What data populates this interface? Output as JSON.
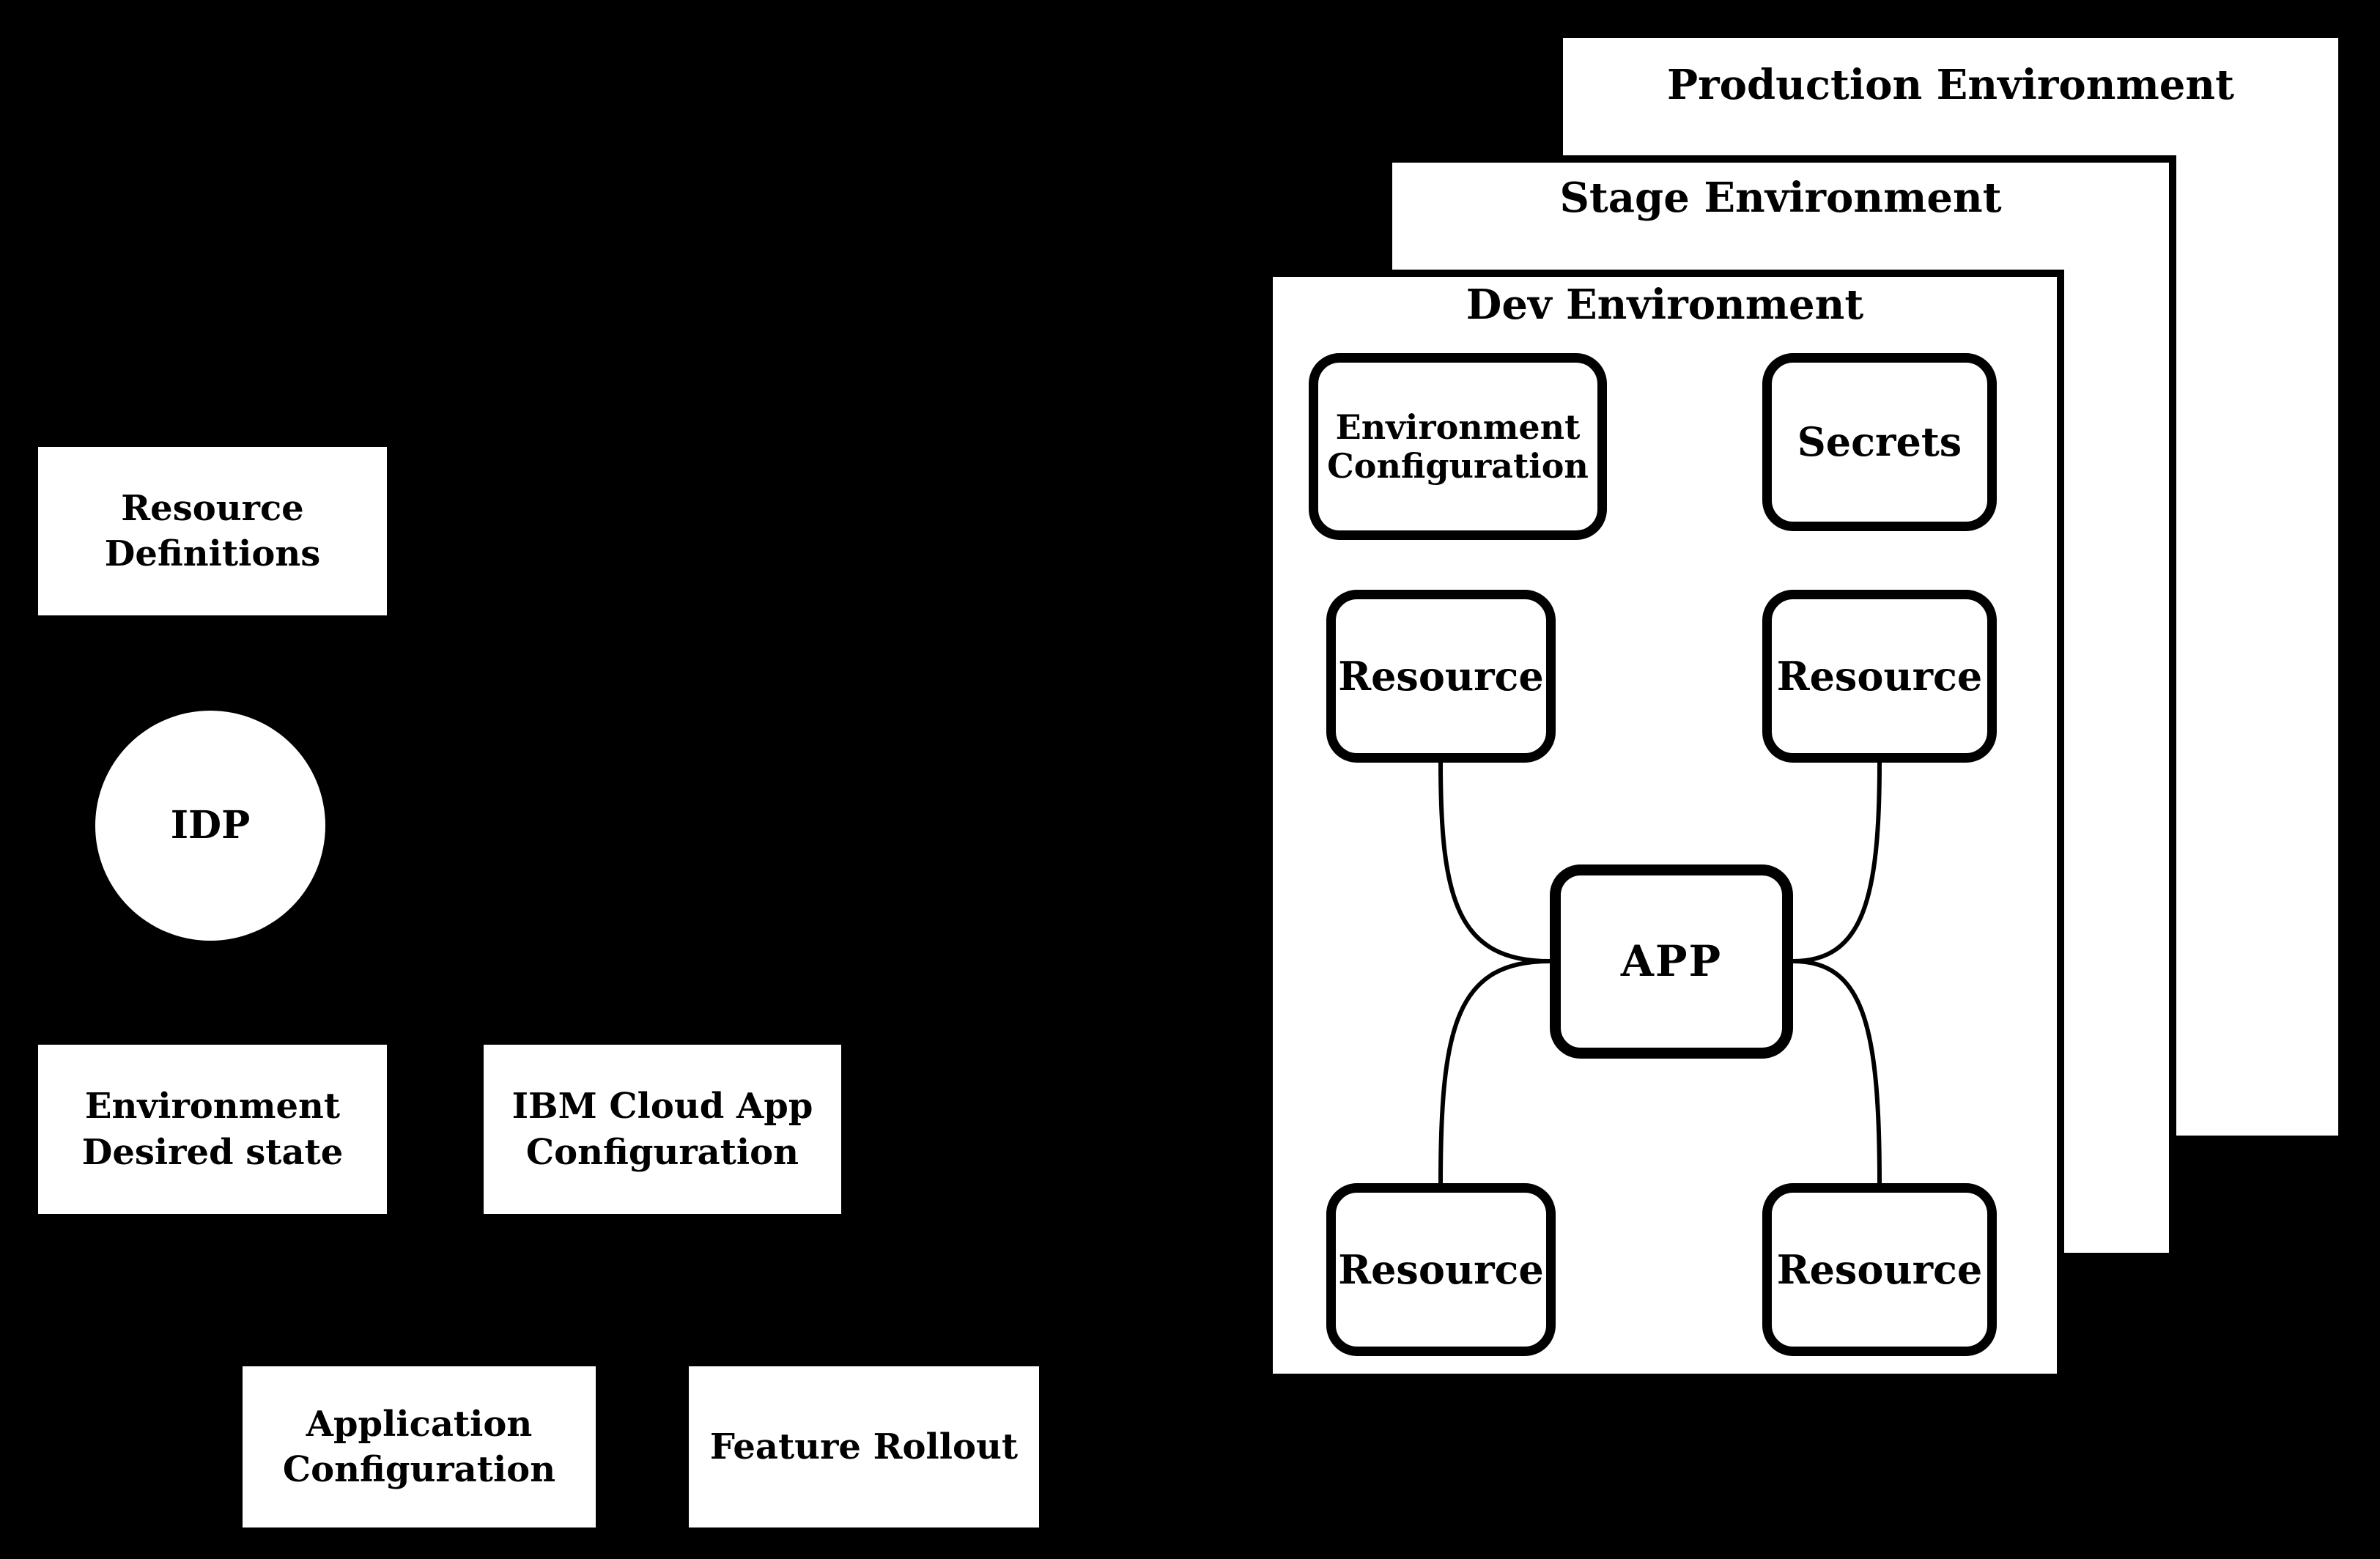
{
  "canvas": {
    "background_color": "#000000",
    "box_fill_color": "#ffffff",
    "border_color": "#000000",
    "text_color": "#000000"
  },
  "left_column": {
    "resource_definitions": {
      "label": "Resource\nDefinitions"
    },
    "idp": {
      "label": "IDP"
    },
    "environment_desired_state": {
      "label": "Environment\nDesired state"
    },
    "ibm_cloud_app_configuration": {
      "label": "IBM Cloud App\nConfiguration"
    },
    "application_configuration": {
      "label": "Application\nConfiguration"
    },
    "feature_rollout": {
      "label": "Feature Rollout"
    }
  },
  "environments": {
    "production": {
      "title": "Production Environment"
    },
    "stage": {
      "title": "Stage Environment"
    },
    "dev": {
      "title": "Dev Environment",
      "children": {
        "environment_configuration": "Environment\nConfiguration",
        "secrets": "Secrets",
        "app": "APP",
        "resources": [
          "Resource",
          "Resource",
          "Resource",
          "Resource"
        ]
      }
    }
  }
}
